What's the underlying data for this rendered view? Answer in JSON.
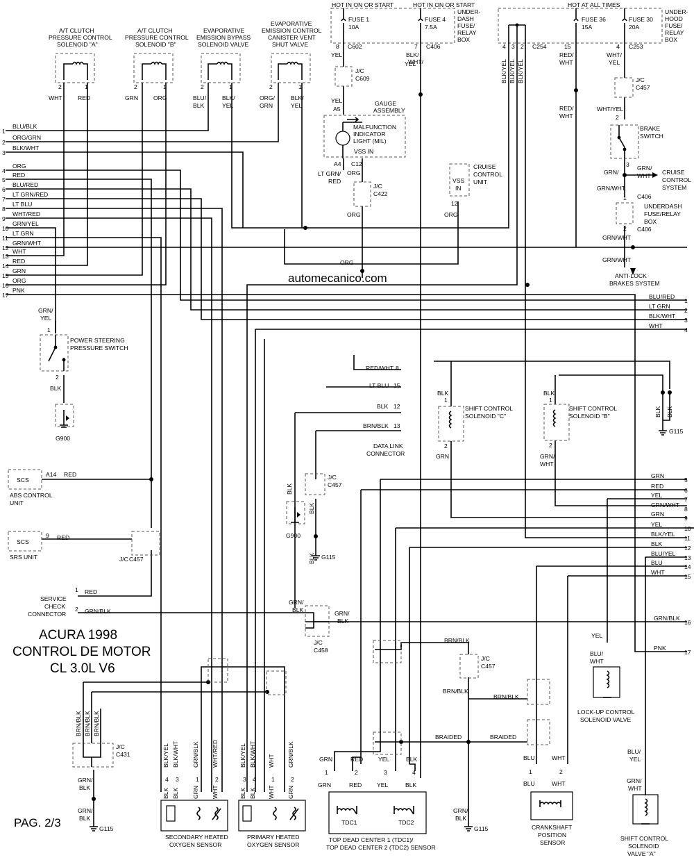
{
  "title": {
    "line1": "ACURA 1998",
    "line2": "CONTROL DE MOTOR",
    "line3": "CL 3.0L V6"
  },
  "page": "PAG. 2/3",
  "watermark": "automecanico.com",
  "power": {
    "hot_run_start_1": "HOT IN ON OR START",
    "hot_run_start_2": "HOT IN ON OR START",
    "hot_all_times": "HOT AT ALL TIMES",
    "fuse1": [
      "FUSE 1",
      "10A"
    ],
    "fuse4": [
      "FUSE 4",
      "7.5A"
    ],
    "fuse36": [
      "FUSE 36",
      "15A"
    ],
    "fuse30": [
      "FUSE 30",
      "20A"
    ],
    "underdash_box": [
      "UNDER-",
      "DASH",
      "FUSE/",
      "RELAY",
      "BOX"
    ],
    "underhood_box": [
      "UNDER-",
      "HOOD",
      "FUSE/",
      "RELAY",
      "BOX"
    ]
  },
  "top_components": [
    {
      "name": [
        "A/T CLUTCH",
        "PRESSURE CONTROL",
        "SOLENOID \"A\""
      ],
      "pins": [
        "2",
        "1"
      ],
      "wires": [
        "WHT",
        "RED"
      ]
    },
    {
      "name": [
        "A/T CLUTCH",
        "PRESSURE CONTROL",
        "SOLENOID \"B\""
      ],
      "pins": [
        "2",
        "1"
      ],
      "wires": [
        "GRN",
        "ORG"
      ]
    },
    {
      "name": [
        "EVAPORATIVE",
        "EMISSION BYPASS",
        "SOLENOID VALVE"
      ],
      "pins": [
        "2",
        "1"
      ],
      "wires": [
        "BLU/",
        "BLK",
        "BLK/",
        "YEL"
      ]
    },
    {
      "name": [
        "EVAPORATIVE",
        "EMISSION CONTROL",
        "CANISTER VENT",
        "SHUT VALVE"
      ],
      "pins": [
        "2",
        "1"
      ],
      "wires": [
        "ORG/",
        "GRN",
        "BLK/",
        "YEL"
      ]
    }
  ],
  "left_bus": [
    {
      "n": "1",
      "c": "BLU/BLK"
    },
    {
      "n": "2",
      "c": "ORG/GRN"
    },
    {
      "n": "3",
      "c": "BLK/WHT"
    },
    {
      "n": "4",
      "c": "ORG"
    },
    {
      "n": "5",
      "c": "RED"
    },
    {
      "n": "6",
      "c": "BLU/RED"
    },
    {
      "n": "7",
      "c": "LT GRN/RED"
    },
    {
      "n": "8",
      "c": "LT BLU"
    },
    {
      "n": "9",
      "c": "WHT/RED"
    },
    {
      "n": "10",
      "c": "GRN/YEL"
    },
    {
      "n": "11",
      "c": "LT GRN"
    },
    {
      "n": "12",
      "c": "GRN/WHT"
    },
    {
      "n": "13",
      "c": "WHT"
    },
    {
      "n": "14",
      "c": "RED"
    },
    {
      "n": "15",
      "c": "GRN"
    },
    {
      "n": "16",
      "c": "ORG"
    },
    {
      "n": "17",
      "c": "PNK"
    }
  ],
  "right_bus_top": [
    {
      "n": "1",
      "c": "BLU/RED"
    },
    {
      "n": "2",
      "c": "LT GRN"
    },
    {
      "n": "3",
      "c": "BLK/WHT"
    },
    {
      "n": "4",
      "c": "WHT"
    }
  ],
  "right_bus_mid": [
    {
      "n": "5",
      "c": "GRN"
    },
    {
      "n": "6",
      "c": "RED"
    },
    {
      "n": "7",
      "c": "YEL"
    },
    {
      "n": "8",
      "c": "GRN/WHT"
    },
    {
      "n": "9",
      "c": "GRN"
    },
    {
      "n": "10",
      "c": "YEL"
    },
    {
      "n": "11",
      "c": "BLK/YEL"
    },
    {
      "n": "12",
      "c": "BLK"
    },
    {
      "n": "13",
      "c": "BLU/YEL"
    },
    {
      "n": "14",
      "c": "BLU"
    },
    {
      "n": "15",
      "c": "WHT"
    }
  ],
  "right_bus_low": [
    {
      "n": "16",
      "c": "GRN/BLK"
    },
    {
      "n": "17",
      "c": "PNK"
    }
  ],
  "connectors": {
    "c602": "C602",
    "c406": "C406",
    "c609": "C609",
    "c422": "C422",
    "c254": "C254",
    "c253": "C253",
    "c457": "C457",
    "c431": "C431",
    "c458": "C458",
    "c406b": "C406",
    "c406c": "C406",
    "jc": "J/C"
  },
  "gauge": {
    "name": [
      "GAUGE",
      "ASSEMBLY"
    ],
    "mil": [
      "MALFUNCTION",
      "INDICATOR",
      "LIGHT (MIL)"
    ],
    "vss_in": "VSS IN",
    "pin_a5": "A5",
    "pin_a4": "A4",
    "pin_c12": "C12"
  },
  "cruise": {
    "name": [
      "CRUISE",
      "CONTROL",
      "UNIT"
    ],
    "vss": [
      "VSS",
      "IN"
    ],
    "pin": "12"
  },
  "brake": {
    "name": [
      "BRAKE",
      "SWITCH"
    ],
    "pin_top": "2",
    "pin_bot": "3"
  },
  "cruise_out": [
    "CRUISE",
    "CONTROL",
    "SYSTEM"
  ],
  "abs_out": [
    "ANTI-LOCK",
    "BRAKES SYSTEM"
  ],
  "underdash2": [
    "UNDERDASH",
    "FUSE/RELAY",
    "BOX"
  ],
  "ps_switch": {
    "name": [
      "POWER STEERING",
      "PRESSURE SWITCH"
    ],
    "pin_top": "1",
    "pin_bot": "2",
    "wire_top": [
      "GRN/",
      "YEL"
    ],
    "wire_bot": "BLK",
    "ground": "G900"
  },
  "abs_unit": {
    "box": "SCS",
    "name": [
      "ABS CONTROL",
      "UNIT"
    ],
    "pin": "A14",
    "wire": "RED"
  },
  "srs_unit": {
    "box": "SCS",
    "name": "SRS UNIT",
    "pin": "9",
    "wire": "RED"
  },
  "service_check": {
    "name": [
      "SERVICE",
      "CHECK",
      "CONNECTOR"
    ],
    "pin1": "1",
    "pin2": "2",
    "wire1": "RED",
    "wire2": "GRN/BLK"
  },
  "dlc": {
    "name": [
      "DATA LINK",
      "CONNECTOR"
    ],
    "pins": [
      {
        "n": "8",
        "c": "RED/WHT"
      },
      {
        "n": "15",
        "c": "LT BLU"
      },
      {
        "n": "12",
        "c": "BLK"
      },
      {
        "n": "13",
        "c": "BRN/BLK"
      }
    ]
  },
  "shift_c": {
    "name": [
      "SHIFT CONTROL",
      "SOLENOID \"C\""
    ],
    "pin_top": "1",
    "pin_bot": "2",
    "wire_top": "BLK",
    "wire_bot": "GRN"
  },
  "shift_b": {
    "name": [
      "SHIFT CONTROL",
      "SOLENOID \"B\""
    ],
    "pin_top": "1",
    "pin_bot": "2",
    "wire_top": "BLK",
    "wire_bot": [
      "GRN/",
      "WHT"
    ]
  },
  "shift_a": {
    "name": [
      "SHIFT CONTROL",
      "SOLENOID",
      "VALVE \"A\""
    ],
    "wire_top": [
      "BLU/",
      "YEL"
    ],
    "wire_bot": [
      "GRN/",
      "WHT"
    ]
  },
  "lockup": {
    "name": [
      "LOCK-UP CONTROL",
      "SOLENOID VALVE"
    ],
    "wire_top": "YEL",
    "wire_bot": [
      "BLU/",
      "WHT"
    ]
  },
  "secondary_o2": {
    "name": [
      "SECONDARY HEATED",
      "OXYGEN SENSOR"
    ],
    "pins": [
      "4",
      "3",
      "1",
      "2"
    ],
    "wires": [
      "BLK/YEL",
      "BLK/WHT",
      "GRN/BLK",
      "WHT/RED"
    ],
    "inner": [
      "BLK",
      "BLK",
      "GRN",
      "WHT"
    ]
  },
  "primary_o2": {
    "name": [
      "PRIMARY HEATED",
      "OXYGEN SENSOR"
    ],
    "pins": [
      "3",
      "4",
      "1",
      "2"
    ],
    "wires": [
      "BLK/YEL",
      "BLK/WHT",
      "WHT",
      "GRN/BLK"
    ],
    "inner": [
      "BLK",
      "BLK",
      "WHT",
      "GRN"
    ]
  },
  "tdc": {
    "name": [
      "TOP DEAD CENTER 1 (TDC1)/",
      "TOP DEAD CENTER 2 (TDC2) SENSOR"
    ],
    "pins": [
      "1",
      "2",
      "3",
      "4"
    ],
    "wires": [
      "GRN",
      "RED",
      "YEL",
      "BLK"
    ],
    "tdc1": "TDC1",
    "tdc2": "TDC2"
  },
  "ckp": {
    "name": [
      "CRANKSHAFT",
      "POSITION",
      "SENSOR"
    ],
    "pins": [
      "1",
      "2"
    ],
    "wires": [
      "BLU",
      "WHT"
    ]
  },
  "wires_misc": {
    "yel": "YEL",
    "red_wht": [
      "RED/",
      "WHT"
    ],
    "org": "ORG",
    "lt_grn_red": [
      "LT GRN/",
      "RED"
    ],
    "blk_yel": "BLK/YEL",
    "grn_wht": "GRN/WHT",
    "wht_yel": [
      "WHT/",
      "YEL"
    ],
    "wht_yel2": "WHT/YEL",
    "brn_blk": "BRN/BLK",
    "braided": "BRAIDED",
    "blk": "BLK",
    "grn_blk": [
      "GRN/",
      "BLK"
    ],
    "grn_wht2": [
      "GRN/",
      "WHT"
    ]
  },
  "grounds": {
    "g900": "G900",
    "g115": "G115"
  }
}
